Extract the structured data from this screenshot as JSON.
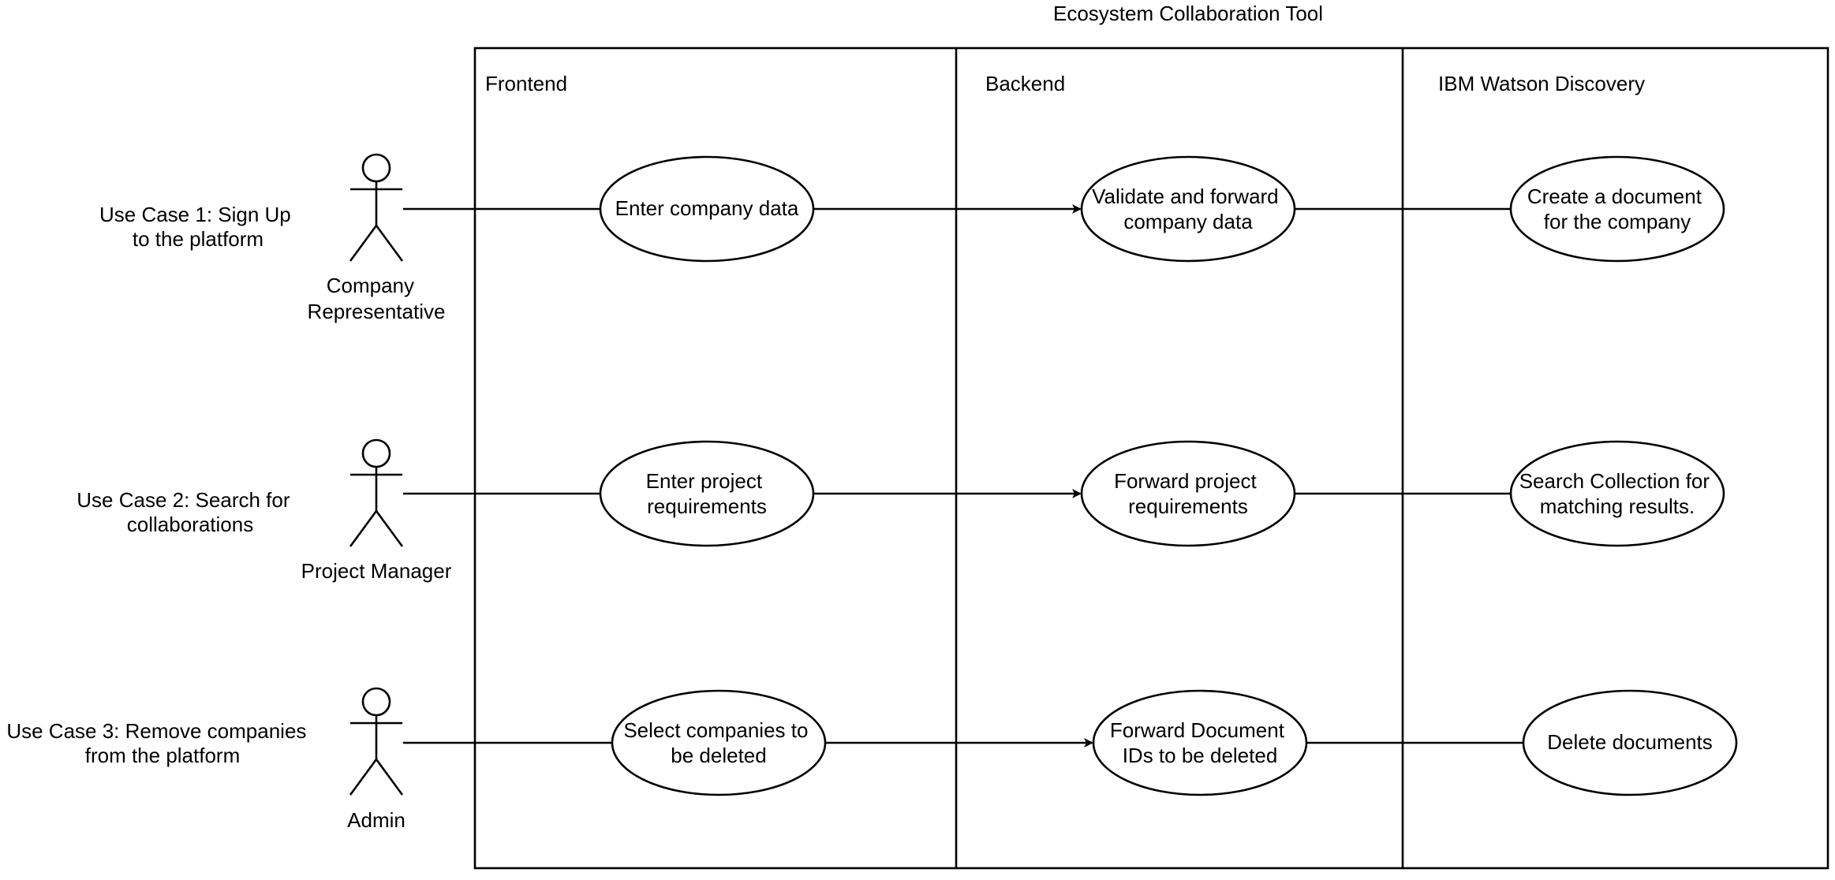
{
  "title": "Ecosystem Collaboration Tool",
  "lanes": [
    {
      "label": "Frontend"
    },
    {
      "label": "Backend"
    },
    {
      "label": "IBM Watson Discovery"
    }
  ],
  "rows": [
    {
      "use_case": [
        "Use Case 1: Sign Up",
        "to the platform"
      ],
      "actor": [
        "Company",
        "Representative"
      ],
      "frontend": [
        "Enter company data"
      ],
      "backend": [
        "Validate and forward",
        "company data"
      ],
      "watson": [
        "Create a document",
        "for the company"
      ]
    },
    {
      "use_case": [
        "Use Case 2: Search for",
        "collaborations"
      ],
      "actor": [
        "Project Manager"
      ],
      "frontend": [
        "Enter project",
        "requirements"
      ],
      "backend": [
        "Forward project",
        "requirements"
      ],
      "watson": [
        "Search Collection for",
        "matching results."
      ]
    },
    {
      "use_case": [
        "Use Case 3: Remove companies",
        "from the platform"
      ],
      "actor": [
        "Admin"
      ],
      "frontend": [
        "Select companies to",
        "be deleted"
      ],
      "backend": [
        "Forward Document",
        "IDs to be deleted"
      ],
      "watson": [
        "Delete documents"
      ]
    }
  ]
}
